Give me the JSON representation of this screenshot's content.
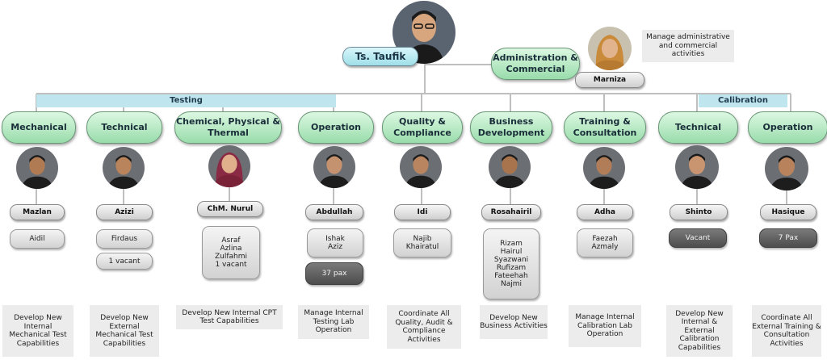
{
  "top": {
    "name": "Ts. Taufik"
  },
  "admin": {
    "title": "Administration & Commercial",
    "person": "Marniza",
    "description": "Manage administrative and commercial activities"
  },
  "bands": {
    "testing": "Testing",
    "calibration": "Calibration"
  },
  "departments": [
    {
      "title": "Mechanical",
      "head": "Mazlan",
      "members": [
        "Aidil"
      ],
      "extra": "",
      "description": "Develop New Internal Mechanical Test Capabilities"
    },
    {
      "title": "Technical",
      "head": "Azizi",
      "members": [
        "Firdaus"
      ],
      "extra": "1 vacant",
      "description": "Develop New External Mechanical Test Capabilities"
    },
    {
      "title": "Chemical, Physical & Thermal",
      "head": "ChM. Nurul",
      "members": [
        "Asraf",
        "Azlina",
        "Zulfahmi",
        "1 vacant"
      ],
      "extra": "",
      "description": "Develop New Internal CPT Test Capabilities"
    },
    {
      "title": "Operation",
      "head": "Abdullah",
      "members": [
        "Ishak",
        "Aziz"
      ],
      "extra": "37 pax",
      "description": "Manage Internal Testing Lab Operation"
    },
    {
      "title": "Quality & Compliance",
      "head": "Idi",
      "members": [
        "Najib",
        "Khairatul"
      ],
      "extra": "",
      "description": "Coordinate All Quality, Audit & Compliance Activities"
    },
    {
      "title": "Business Development",
      "head": "Rosahairil",
      "members": [
        "Rizam",
        "Hairul",
        "Syazwani",
        "Rufizam",
        "Fateehah",
        "Najmi"
      ],
      "extra": "",
      "description": "Develop New Business Activities"
    },
    {
      "title": "Training & Consultation",
      "head": "Adha",
      "members": [
        "Faezah",
        "Azmaly"
      ],
      "extra": "",
      "description": "Manage Internal Calibration Lab Operation"
    },
    {
      "title": "Technical",
      "head": "Shinto",
      "members": [
        "Vacant"
      ],
      "extra": "",
      "description": "Develop New Internal & External Calibration Capabilities"
    },
    {
      "title": "Operation",
      "head": "Hasique",
      "members": [
        "7 Pax"
      ],
      "extra": "",
      "description": "Coordinate All External Training & Consultation Activities"
    }
  ],
  "colors": {
    "department_pill": "#99dcab",
    "band": "#bfe6ee",
    "top_pill": "#9fdfe8",
    "connector": "#bfbfbf",
    "dark_box": "#4d4d4d"
  },
  "icons": {
    "photo": "person-photo-icon"
  }
}
